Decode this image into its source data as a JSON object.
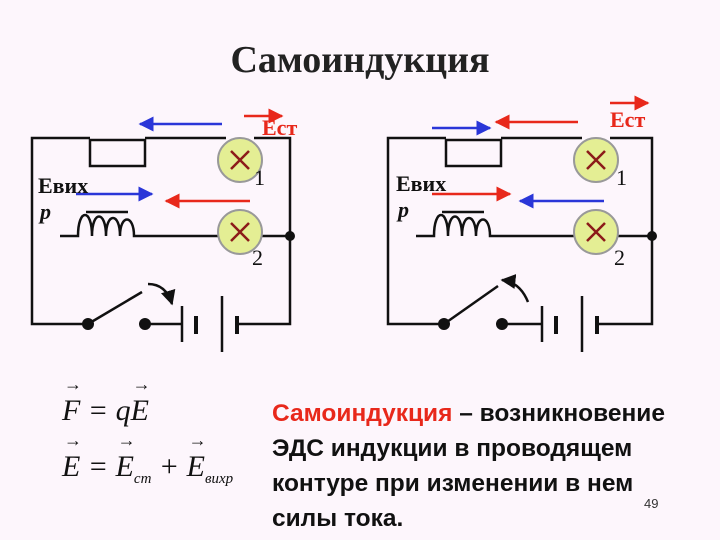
{
  "title": "Самоиндукция",
  "circuits": [
    {
      "label_ecm": "Eст",
      "label_evihr": "Eвих",
      "label_evihr_2": "р",
      "lamp_1_label": "1",
      "lamp_2_label": "2"
    },
    {
      "label_ecm": "Eст",
      "label_evihr": "Eвих",
      "label_evihr_2": "р",
      "lamp_1_label": "1",
      "lamp_2_label": "2"
    }
  ],
  "formulas": {
    "f1": {
      "lhs": "F",
      "eq": " = ",
      "q": "q",
      "rhs": "E"
    },
    "f2": {
      "lhs": "E",
      "eq": " = ",
      "t1": "E",
      "t1_sub": "ст",
      "plus": " + ",
      "t2": "E",
      "t2_sub": "вихр"
    }
  },
  "definition": {
    "term": "Самоиндукция",
    "text": " – возникновение ЭДС  индукции в проводящем контуре при изменении в нем силы тока."
  },
  "page_number": "49",
  "colors": {
    "red": "#e8281b",
    "blue": "#2a36d8",
    "lamp": "#e4ee94",
    "lamp_x": "#8c1a1a"
  }
}
